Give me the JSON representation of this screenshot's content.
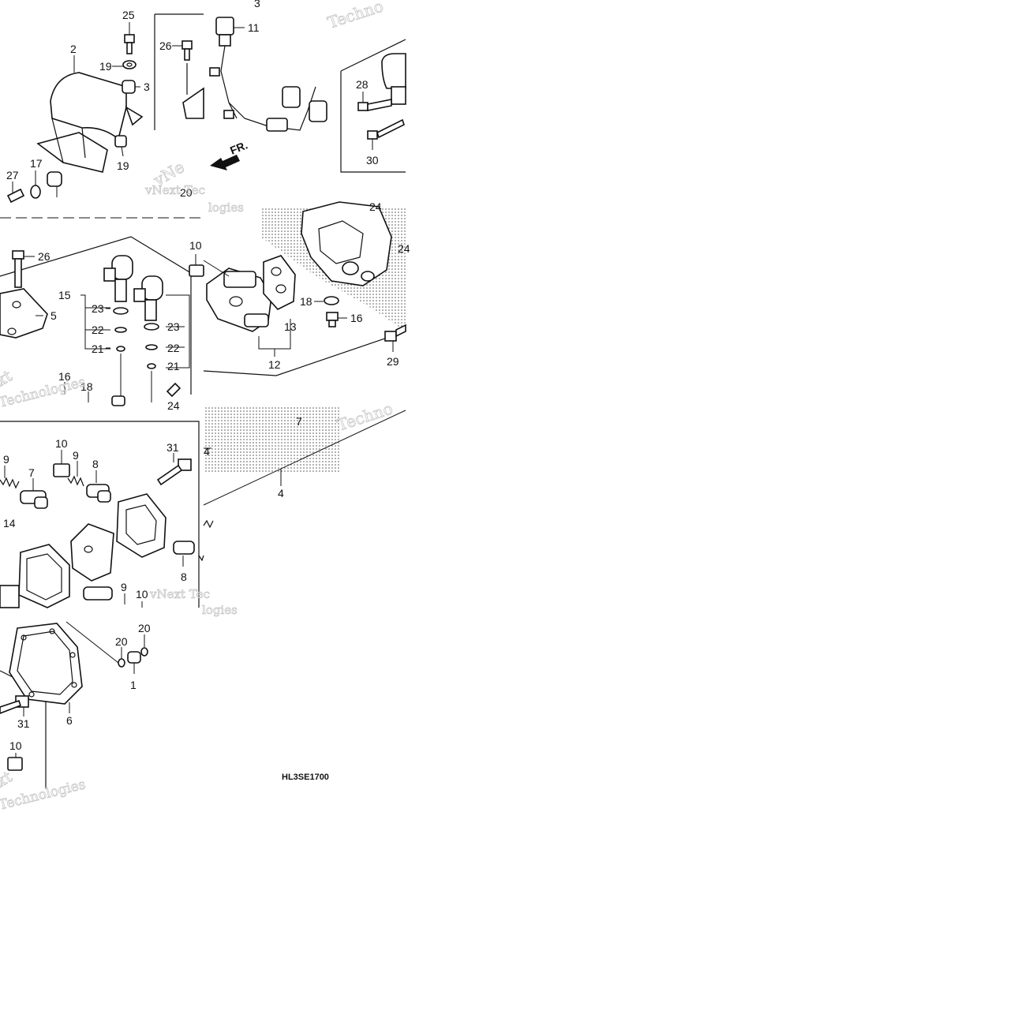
{
  "diagram": {
    "drawing_code": "HL3SE1700",
    "direction_label": "FR.",
    "watermarks": [
      "Techno",
      "vNext Tec",
      "logies",
      "vNe",
      "xt",
      "Technologies",
      "Techno",
      "vNext Tec",
      "logies",
      "xt",
      "Technologies"
    ],
    "callouts": {
      "t1": [
        "25",
        "2",
        "19",
        "3",
        "26",
        "19",
        "27",
        "17",
        "3",
        "11",
        "28",
        "30",
        "20"
      ],
      "t2": [
        "26",
        "15",
        "23",
        "22",
        "21",
        "5",
        "23",
        "22",
        "21",
        "16",
        "18",
        "10",
        "13",
        "12",
        "18",
        "16",
        "24",
        "29",
        "24",
        "24"
      ],
      "t3": [
        "10",
        "9",
        "8",
        "31",
        "9",
        "7",
        "14",
        "8",
        "9",
        "10",
        "7",
        "4",
        "4"
      ],
      "t4": [
        "20",
        "20",
        "1",
        "31",
        "6",
        "10"
      ]
    }
  }
}
